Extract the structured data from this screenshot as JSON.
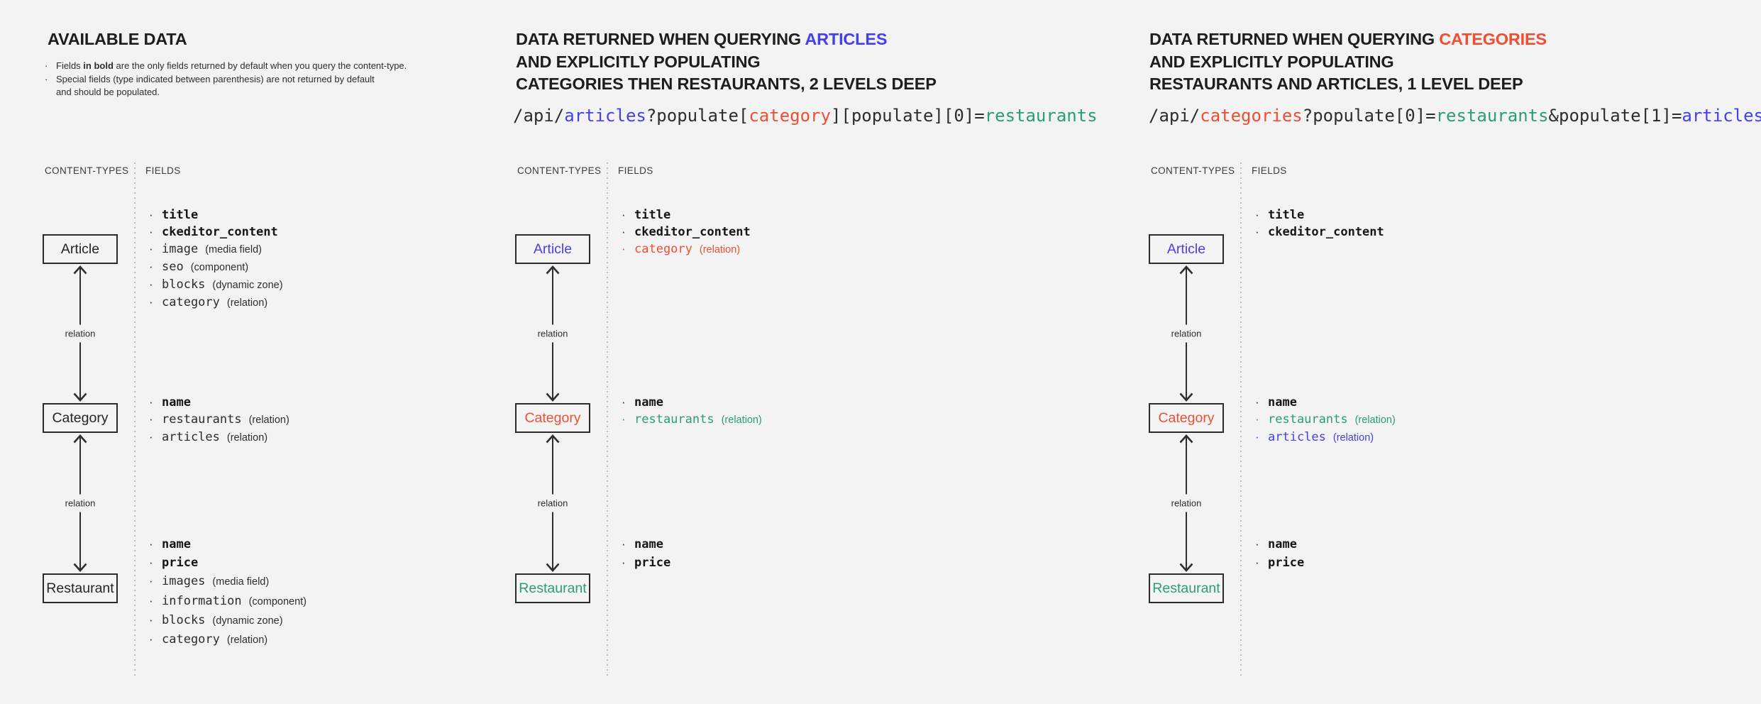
{
  "colors": {
    "background": "#f3f3f3",
    "dark": "#252525",
    "heading": "#1d1d1d",
    "blue": "#4440ee",
    "red": "#ee4f33",
    "teal": "#2a9d78",
    "muted_header": "#3b3b3b",
    "dotted_line": "#bdbdbd",
    "line": "#2e2e2e"
  },
  "shared": {
    "content_types_label": "CONTENT-TYPES",
    "fields_label": "FIELDS",
    "relation_label": "relation"
  },
  "panels": [
    {
      "title_line1": "AVAILABLE DATA",
      "notes": [
        {
          "pre": "Fields ",
          "bold": "in bold",
          "post": " are the only fields returned by default when you query the content-type."
        },
        {
          "text": "Special fields (type indicated between parenthesis) are not returned by default\nand should be populated."
        }
      ],
      "nodes": [
        {
          "label": "Article",
          "color": "dark",
          "fields": [
            {
              "name": "title",
              "bold": true,
              "type": ""
            },
            {
              "name": "ckeditor_content",
              "bold": true,
              "type": ""
            },
            {
              "name": "image",
              "bold": false,
              "type": "(media field)"
            },
            {
              "name": "seo",
              "bold": false,
              "type": "(component)"
            },
            {
              "name": "blocks",
              "bold": false,
              "type": "(dynamic zone)"
            },
            {
              "name": "category",
              "bold": false,
              "type": "(relation)"
            }
          ]
        },
        {
          "label": "Category",
          "color": "dark",
          "fields": [
            {
              "name": "name",
              "bold": true,
              "type": ""
            },
            {
              "name": "restaurants",
              "bold": false,
              "type": "(relation)"
            },
            {
              "name": "articles",
              "bold": false,
              "type": "(relation)"
            }
          ]
        },
        {
          "label": "Restaurant",
          "color": "dark",
          "fields": [
            {
              "name": "name",
              "bold": true,
              "type": ""
            },
            {
              "name": "price",
              "bold": true,
              "type": ""
            },
            {
              "name": "images",
              "bold": false,
              "type": "(media field)"
            },
            {
              "name": "information",
              "bold": false,
              "type": "(component)"
            },
            {
              "name": "blocks",
              "bold": false,
              "type": "(dynamic zone)"
            },
            {
              "name": "category",
              "bold": false,
              "type": "(relation)"
            }
          ]
        }
      ]
    },
    {
      "title_line1_prefix": "DATA RETURNED WHEN QUERYING ",
      "title_line1_highlight": "ARTICLES",
      "title_highlight_color": "blue",
      "title_line2": "AND EXPLICITLY POPULATING",
      "title_line3": "CATEGORIES THEN RESTAURANTS, 2 LEVELS DEEP",
      "url": {
        "s0": "/api/",
        "s1": "articles",
        "s2": "?populate[",
        "s3": "category",
        "s4": "][populate][0]=",
        "s5": "restaurants"
      },
      "nodes": [
        {
          "label": "Article",
          "color": "blue",
          "fields": [
            {
              "name": "title",
              "bold": true,
              "type": ""
            },
            {
              "name": "ckeditor_content",
              "bold": true,
              "type": ""
            },
            {
              "name": "category",
              "bold": false,
              "type": "(relation)",
              "color": "red"
            }
          ]
        },
        {
          "label": "Category",
          "color": "red",
          "fields": [
            {
              "name": "name",
              "bold": true,
              "type": ""
            },
            {
              "name": "restaurants",
              "bold": false,
              "type": "(relation)",
              "color": "teal"
            }
          ]
        },
        {
          "label": "Restaurant",
          "color": "teal",
          "fields": [
            {
              "name": "name",
              "bold": true,
              "type": ""
            },
            {
              "name": "price",
              "bold": true,
              "type": ""
            }
          ]
        }
      ]
    },
    {
      "title_line1_prefix": "DATA RETURNED WHEN QUERYING ",
      "title_line1_highlight": "CATEGORIES",
      "title_highlight_color": "red",
      "title_line2": "AND EXPLICITLY POPULATING",
      "title_line3": "RESTAURANTS AND ARTICLES, 1 LEVEL DEEP",
      "url": {
        "s0": "/api/",
        "s1": "categories",
        "s2": "?populate[0]=",
        "s3": "restaurants",
        "s4": "&populate[1]=",
        "s5": "articles"
      },
      "nodes": [
        {
          "label": "Article",
          "color": "blue",
          "fields": [
            {
              "name": "title",
              "bold": true,
              "type": ""
            },
            {
              "name": "ckeditor_content",
              "bold": true,
              "type": ""
            }
          ]
        },
        {
          "label": "Category",
          "color": "red",
          "fields": [
            {
              "name": "name",
              "bold": true,
              "type": ""
            },
            {
              "name": "restaurants",
              "bold": false,
              "type": "(relation)",
              "color": "teal"
            },
            {
              "name": "articles",
              "bold": false,
              "type": "(relation)",
              "color": "blue"
            }
          ]
        },
        {
          "label": "Restaurant",
          "color": "teal",
          "fields": [
            {
              "name": "name",
              "bold": true,
              "type": ""
            },
            {
              "name": "price",
              "bold": true,
              "type": ""
            }
          ]
        }
      ]
    }
  ]
}
